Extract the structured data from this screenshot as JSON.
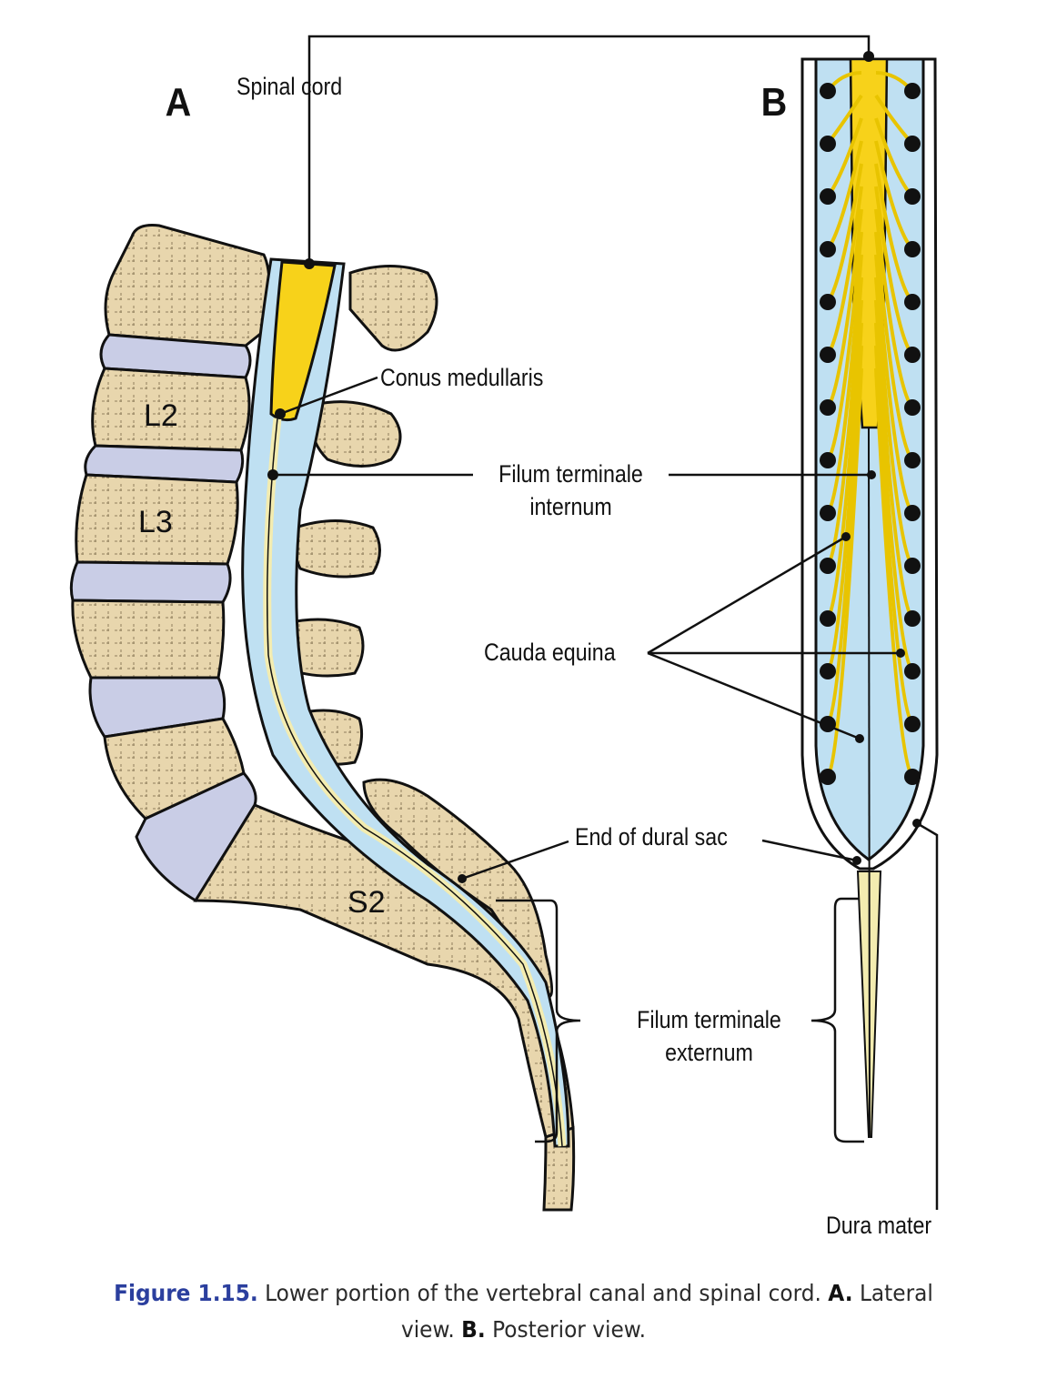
{
  "panels": {
    "a": {
      "letter": "A",
      "view": "Lateral view"
    },
    "b": {
      "letter": "B",
      "view": "Posterior view"
    }
  },
  "labels": {
    "spinal_cord": "Spinal cord",
    "conus_medullaris": "Conus medullaris",
    "filum_internum_line1": "Filum terminale",
    "filum_internum_line2": "internum",
    "cauda_equina": "Cauda equina",
    "end_dural_sac": "End of dural sac",
    "filum_externum_line1": "Filum terminale",
    "filum_externum_line2": "externum",
    "dura_mater": "Dura mater"
  },
  "vertebra_labels": [
    "L2",
    "L3",
    "S2"
  ],
  "caption": {
    "figure_number": "Figure 1.15.",
    "text": "Lower portion of the vertebral canal and spinal cord.",
    "a_marker": "A.",
    "a_text": "Lateral",
    "a_text2": "view.",
    "b_marker": "B.",
    "b_text": "Posterior view."
  },
  "colors": {
    "bone": "#e8d6ad",
    "disc": "#c9cde6",
    "csf": "#bfe0f2",
    "cord": "#f7d21a",
    "filum": "#f3ecb0",
    "caption_accent": "#2b3f9e"
  }
}
